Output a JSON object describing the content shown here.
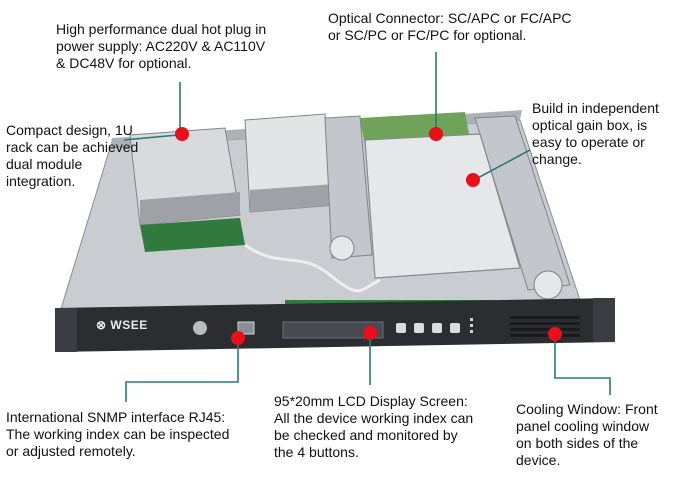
{
  "callouts": {
    "power_supply": "High performance dual hot plug in\npower supply: AC220V & AC110V\n& DC48V for optional.",
    "optical_connector": "Optical Connector: SC/APC or FC/APC\nor SC/PC or FC/PC for optional.",
    "compact_design": "Compact design, 1U\nrack can be achieved\ndual module\nintegration.",
    "gain_box": "Build in independent\noptical gain box, is\neasy to operate or\nchange.",
    "snmp": "International SNMP interface RJ45:\nThe working index can be inspected\nor adjusted remotely.",
    "lcd": "95*20mm LCD Display Screen:\nAll the device working index can\nbe checked and monitored by\nthe 4 buttons.",
    "cooling": "Cooling Window: Front\npanel cooling window\non both sides of the\ndevice."
  },
  "device": {
    "logo": "WSEE"
  },
  "colors": {
    "marker": "#e8101a",
    "leader_line": "#2a7a7a",
    "front_panel": "#2b2d31",
    "chassis": "#c9ccd0"
  }
}
